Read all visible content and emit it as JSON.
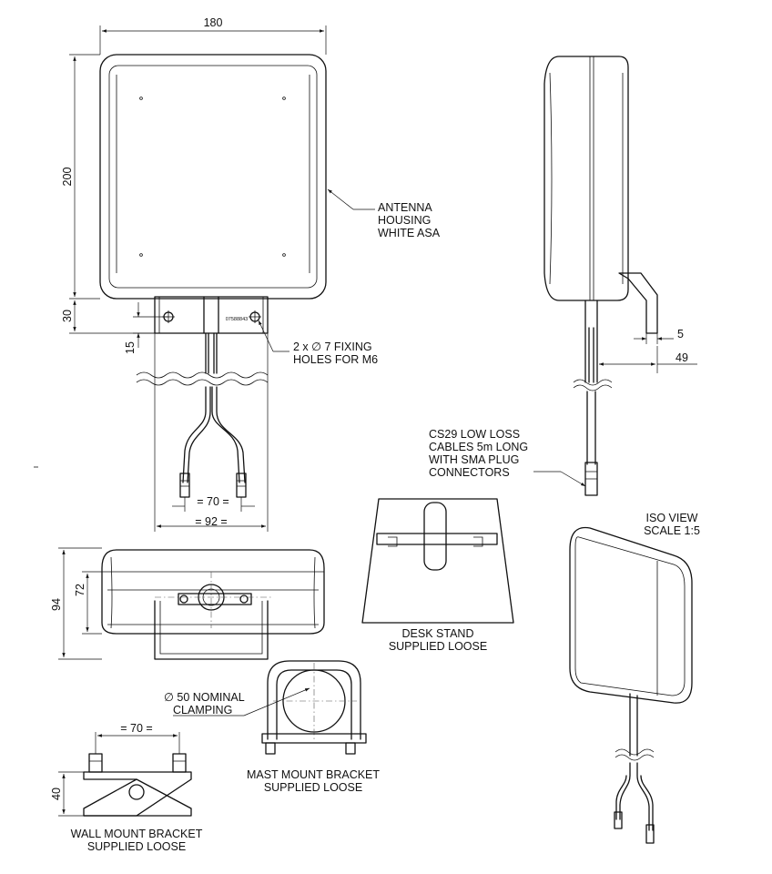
{
  "dimensions": {
    "width_180": "180",
    "height_200": "200",
    "bracket_30": "30",
    "hole_15": "15",
    "cable_spacing_70": "= 70 =",
    "bracket_92": "= 92 =",
    "side_5": "5",
    "side_49": "49",
    "bottom_94": "94",
    "bottom_72": "72",
    "wall_70": "= 70 =",
    "wall_40": "40"
  },
  "callouts": {
    "housing": [
      "ANTENNA",
      "HOUSING",
      "WHITE ASA"
    ],
    "fixing_holes": [
      "2 x ∅ 7 FIXING",
      "HOLES FOR M6"
    ],
    "cables": [
      "CS29 LOW LOSS",
      "CABLES 5m LONG",
      "WITH SMA PLUG",
      "CONNECTORS"
    ],
    "iso_view": [
      "ISO VIEW",
      "SCALE 1:5"
    ],
    "desk_stand": [
      "DESK STAND",
      "SUPPLIED LOOSE"
    ],
    "clamping": [
      "∅ 50 NOMINAL",
      "CLAMPING"
    ],
    "mast_mount": [
      "MAST MOUNT BRACKET",
      "SUPPLIED LOOSE"
    ],
    "wall_mount": [
      "WALL MOUNT BRACKET",
      "SUPPLIED LOOSE"
    ]
  },
  "marking_text": "07588843"
}
